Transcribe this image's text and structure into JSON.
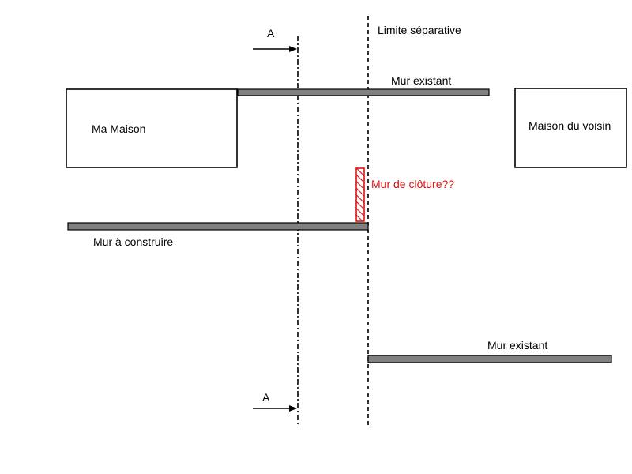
{
  "labels": {
    "limite_separative": "Limite séparative",
    "mur_existant_top": "Mur existant",
    "ma_maison": "Ma Maison",
    "maison_voisin": "Maison du voisin",
    "mur_cloture": "Mur de clôture??",
    "mur_a_construire": "Mur à construire",
    "mur_existant_bottom": "Mur existant",
    "section_a_top": "A",
    "section_a_bottom": "A"
  },
  "colors": {
    "wall_fill": "#808080",
    "wall_stroke": "#000000",
    "cloture": "#e01010",
    "line": "#000000"
  }
}
